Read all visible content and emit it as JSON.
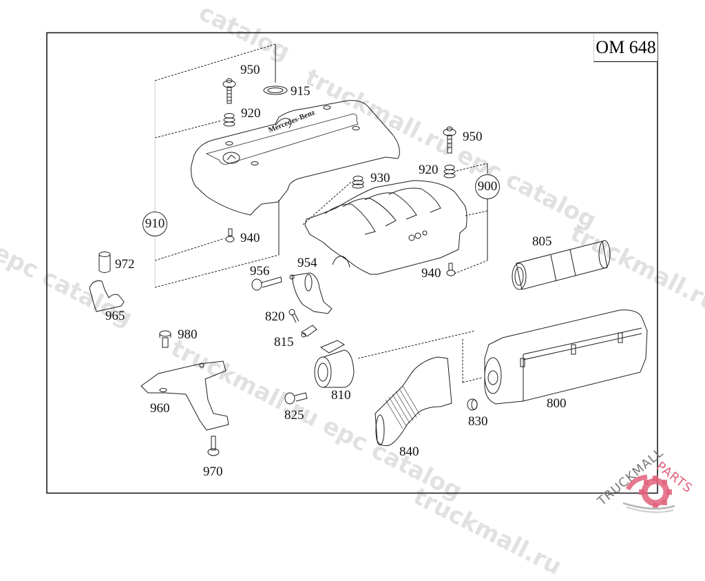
{
  "diagram": {
    "model_label": "OM 648",
    "brand_text_on_cover": "Mercedes-Benz",
    "assembly_callouts": [
      {
        "id": "910",
        "label": "910"
      },
      {
        "id": "900",
        "label": "900"
      }
    ],
    "part_labels": [
      {
        "id": "950a",
        "label": "950"
      },
      {
        "id": "915",
        "label": "915"
      },
      {
        "id": "920a",
        "label": "920"
      },
      {
        "id": "930",
        "label": "930"
      },
      {
        "id": "940a",
        "label": "940"
      },
      {
        "id": "950b",
        "label": "950"
      },
      {
        "id": "920b",
        "label": "920"
      },
      {
        "id": "940b",
        "label": "940"
      },
      {
        "id": "805",
        "label": "805"
      },
      {
        "id": "972",
        "label": "972"
      },
      {
        "id": "965",
        "label": "965"
      },
      {
        "id": "956",
        "label": "956"
      },
      {
        "id": "954",
        "label": "954"
      },
      {
        "id": "820",
        "label": "820"
      },
      {
        "id": "815",
        "label": "815"
      },
      {
        "id": "980",
        "label": "980"
      },
      {
        "id": "810",
        "label": "810"
      },
      {
        "id": "825",
        "label": "825"
      },
      {
        "id": "960",
        "label": "960"
      },
      {
        "id": "970",
        "label": "970"
      },
      {
        "id": "840",
        "label": "840"
      },
      {
        "id": "830",
        "label": "830"
      },
      {
        "id": "800",
        "label": "800"
      }
    ]
  },
  "watermarks": {
    "text_a": "truckmall.ru epc catalog",
    "text_b": "epc catalog",
    "text_c": "truckmall.ru",
    "text_d": "catalog",
    "text_e": "truckmall.ru e",
    "logo_word_1": "TRUCKMALL",
    "logo_word_2": "PARTS"
  },
  "colors": {
    "line": "#1a1a1a",
    "watermark": "#d8d8d8",
    "logo_accent": "#e0607a",
    "logo_dark": "#7a7a7a"
  }
}
